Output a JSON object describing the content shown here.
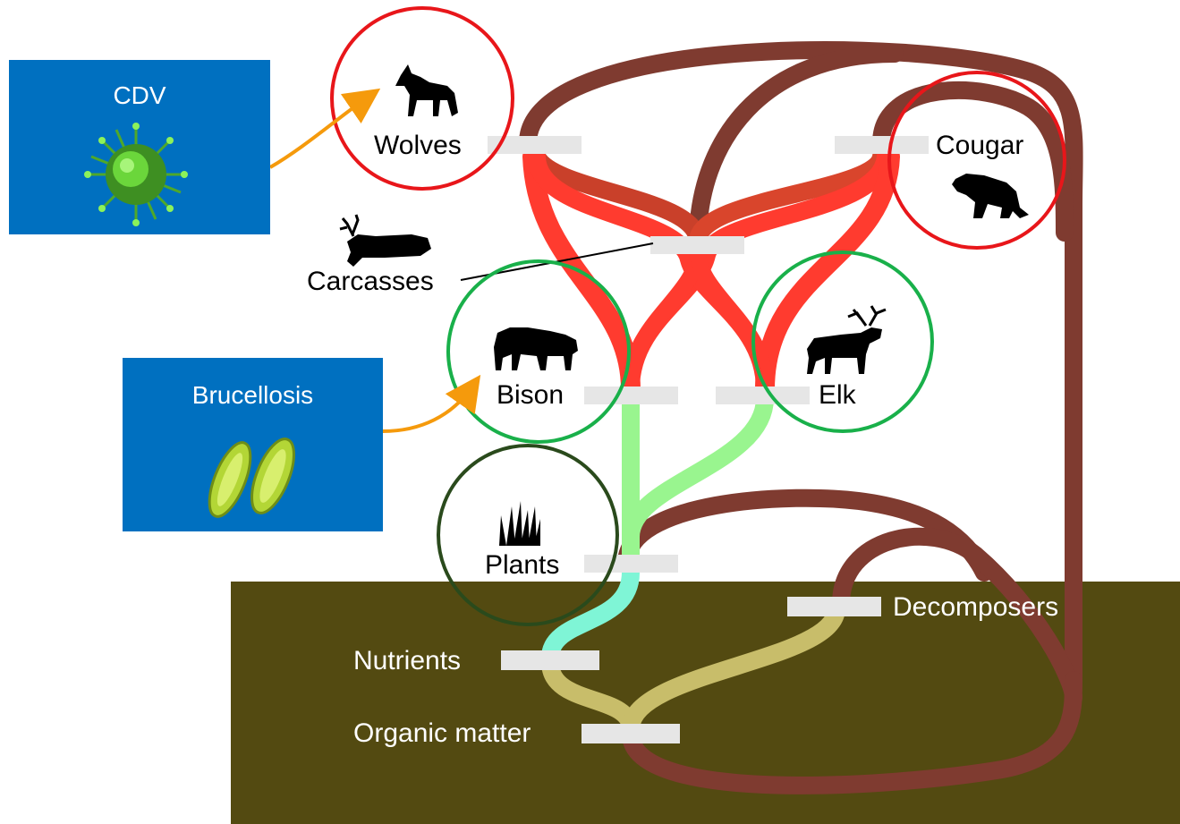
{
  "nodes": {
    "wolves": "Wolves",
    "cougar": "Cougar",
    "carcasses": "Carcasses",
    "bison": "Bison",
    "elk": "Elk",
    "plants": "Plants",
    "decomposers": "Decomposers",
    "nutrients": "Nutrients",
    "organic_matter": "Organic matter"
  },
  "diseases": {
    "cdv": {
      "label": "CDV",
      "icon": "virus-icon"
    },
    "brucellosis": {
      "label": "Brucellosis",
      "icon": "bacteria-icon"
    }
  },
  "colors": {
    "predator_flow": "#ff3b2f",
    "predator_circle": "#e8161a",
    "carcass_flow": "#d9452c",
    "herbivore_flow": "#99f58f",
    "herbivore_circle": "#19b04a",
    "plants_circle": "#2a4a1c",
    "decomposer_flow": "#7f3b30",
    "nutrient_flow": "#7ff5d6",
    "organic_flow": "#c8bd6a",
    "soil": "#534a11",
    "disease_box": "#0070c0",
    "disease_arrow": "#f59a0c"
  }
}
